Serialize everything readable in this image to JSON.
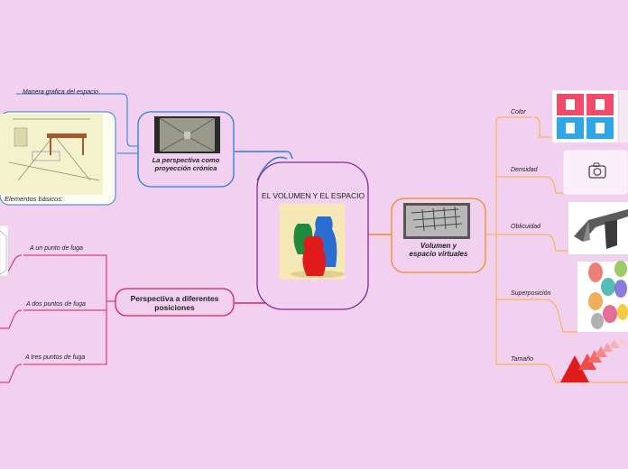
{
  "central": {
    "title": "EL VOLUMEN Y EL ESPACIO"
  },
  "left_top": {
    "title": "La perspectiva como proyección crónica",
    "children": [
      "Manera grafica del espacio",
      "Elementos básicos:"
    ]
  },
  "left_bottom": {
    "title": "Perspectiva a diferentes posiciones",
    "children": [
      "A un punto de fuga",
      "A dos puntos de fuga",
      "A tres puntos de fuga"
    ]
  },
  "right": {
    "title": "Volumen y espacio virtuales",
    "children": [
      "Color",
      "Densidad",
      "Oblicuidad",
      "Superposición",
      "Tamaño"
    ]
  },
  "icons": {
    "camera": "camera-icon"
  },
  "colors": {
    "background": "#f2d0ef",
    "central_border": "#7b2d9e",
    "left_top_border": "#2a7fd4",
    "left_bottom_border": "#d4245c",
    "right_border": "#f08c1e",
    "right_line": "#f5b13a"
  }
}
